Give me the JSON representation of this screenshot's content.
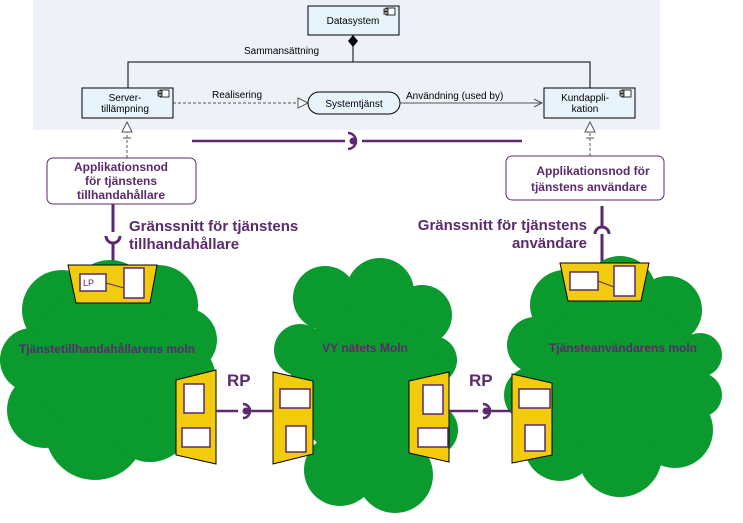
{
  "uml": {
    "datasystem": "Datasystem",
    "composition": "Sammansättning",
    "server_app": [
      "Server-",
      "tillämpning"
    ],
    "realization": "Realisering",
    "system_service": "Systemtjänst",
    "usage": "Användning (used by)",
    "client_app": [
      "Kundappli-",
      "kation"
    ]
  },
  "nodes": {
    "provider_node": [
      "Applikationsnod",
      "för tjänstens",
      "tillhandahållare"
    ],
    "consumer_node": [
      "Applikationsnod för",
      "tjänstens användare"
    ]
  },
  "interfaces": {
    "provider_iface": [
      "Gränssnitt för tjänstens",
      "tillhandahållare"
    ],
    "consumer_iface": [
      "Gränssnitt för tjänstens",
      "användare"
    ]
  },
  "clouds": {
    "provider_cloud": "Tjänstetillhandahållarens moln",
    "vy_cloud": "VY nätets Moln",
    "consumer_cloud": "Tjänsteanvändarens moln"
  },
  "rp_labels": [
    "RP",
    "RP"
  ],
  "colors": {
    "uml_panel": "#eef1f8",
    "uml_box": "#e8f4fb",
    "cloud": "#0a9a2e",
    "gateway": "#f2cc0c",
    "accent": "#5b2a6e"
  }
}
